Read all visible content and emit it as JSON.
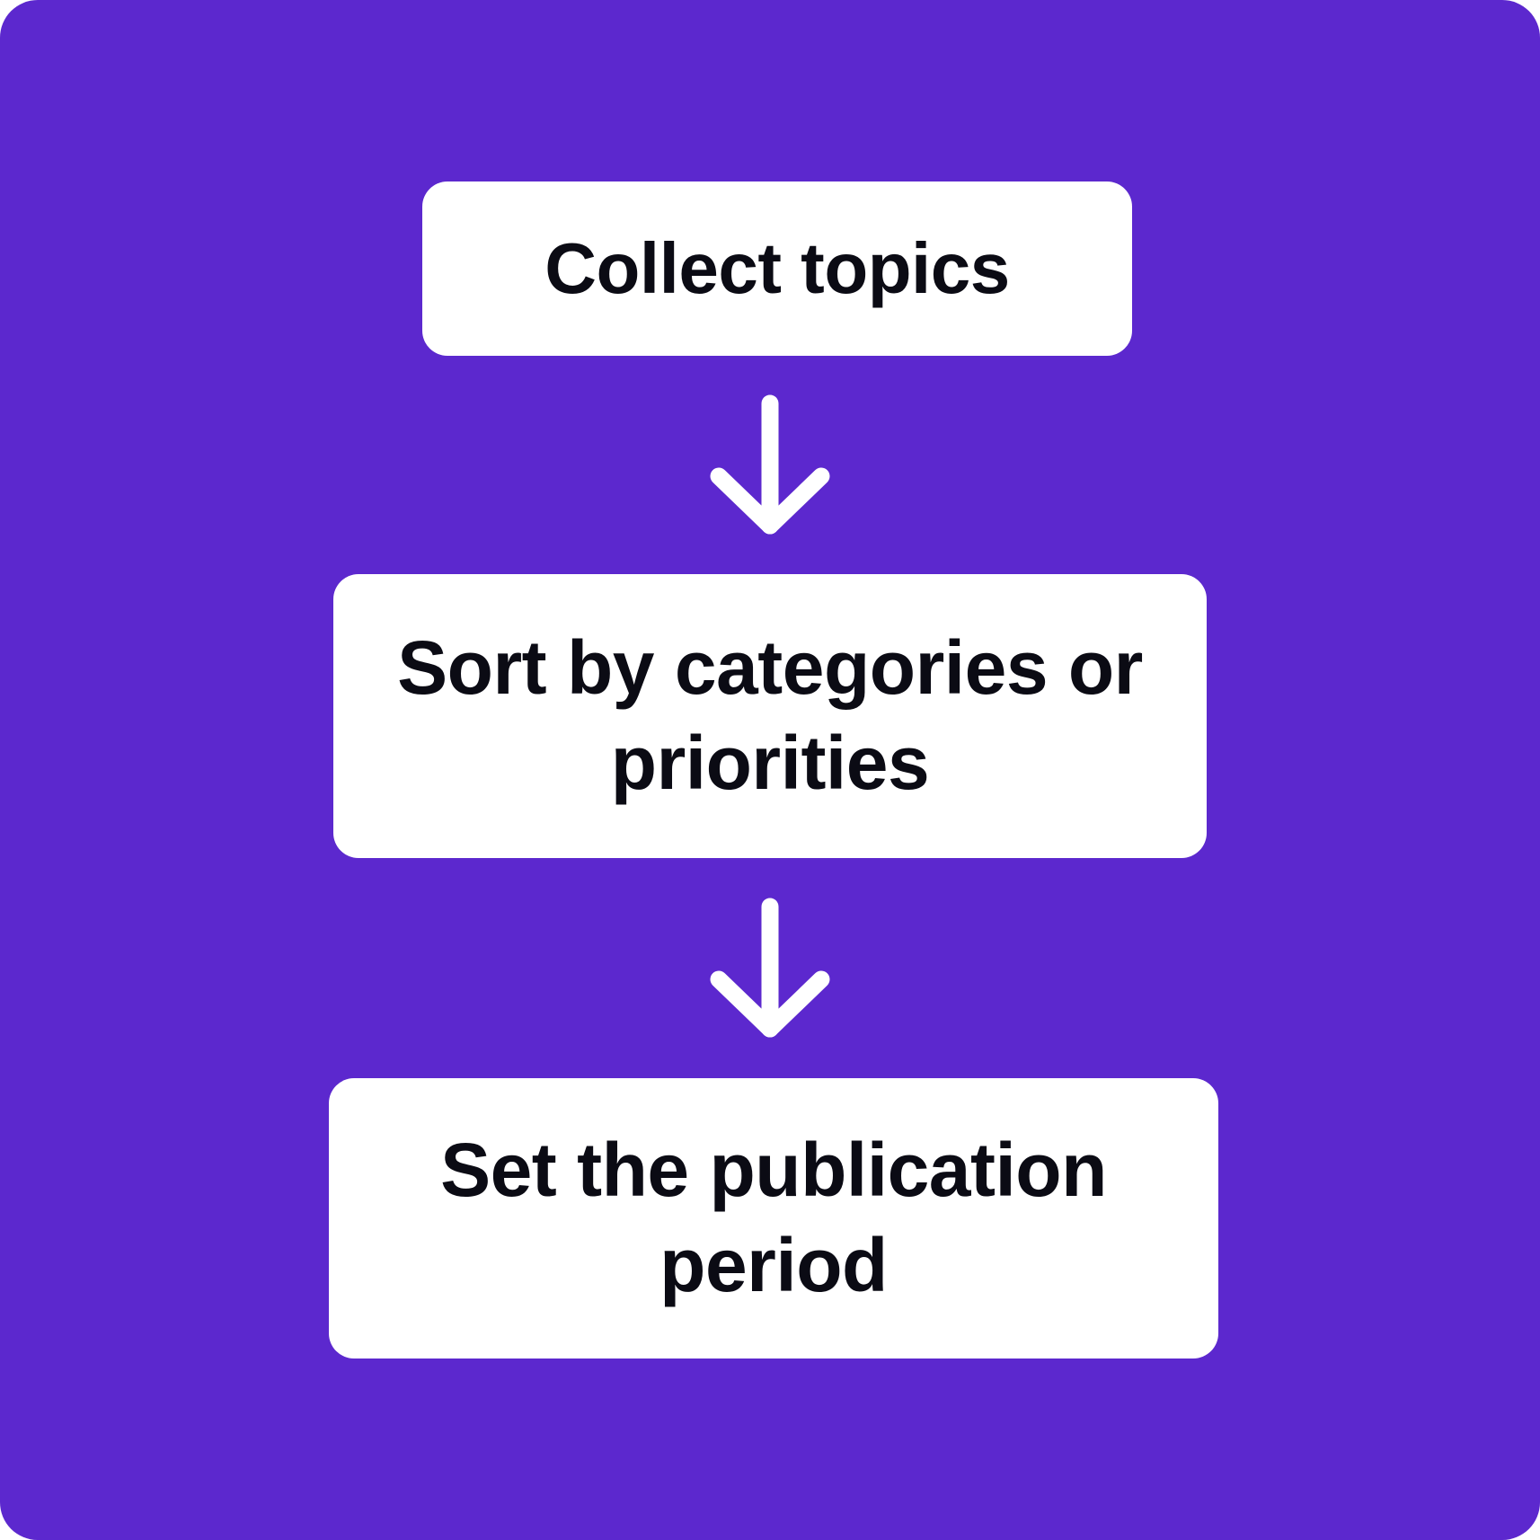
{
  "diagram": {
    "type": "flowchart",
    "orientation": "vertical-top-to-bottom",
    "title": "",
    "background_color": "#5C28CE",
    "node_fill_color": "#FFFFFF",
    "node_text_color": "#0B0B14",
    "connector_color": "#FFFFFF",
    "nodes": [
      {
        "id": "node-1",
        "label": "Collect topics",
        "lines": [
          "Collect topics"
        ],
        "shape": "rounded-rectangle",
        "order": 1
      },
      {
        "id": "node-2",
        "label": "Sort by categories or priorities",
        "lines": [
          "Sort by categories",
          "or priorities"
        ],
        "shape": "rounded-rectangle",
        "order": 2
      },
      {
        "id": "node-3",
        "label": "Set the publication period",
        "lines": [
          "Set the publication",
          "period"
        ],
        "shape": "rounded-rectangle",
        "order": 3
      }
    ],
    "connectors": [
      {
        "id": "arrow-1",
        "icon": "arrow-down-icon",
        "from": "node-1",
        "to": "node-2",
        "label": ""
      },
      {
        "id": "arrow-2",
        "icon": "arrow-down-icon",
        "from": "node-2",
        "to": "node-3",
        "label": ""
      }
    ]
  }
}
